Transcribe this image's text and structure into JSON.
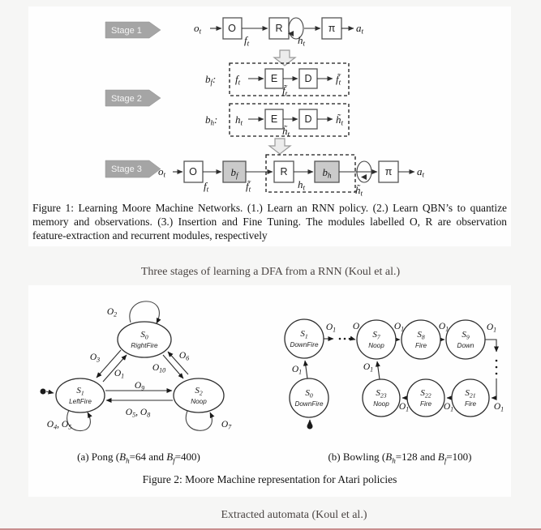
{
  "colors": {
    "page_bg": "#f6f6f5",
    "panel_bg": "#fefefe",
    "stage_badge": "#a5a5a5",
    "shaded_module": "#cacaca",
    "subtitle_text": "#4b4543",
    "accent_bottom": "#c98f8f"
  },
  "figure1": {
    "stages": [
      "Stage 1",
      "Stage 2",
      "Stage 3"
    ],
    "stage1": {
      "input": "o_{t}",
      "box_o": "O",
      "f": "f_{t}",
      "box_r": "R",
      "h": "h_{t}",
      "pi": "π",
      "output": "a_{t}"
    },
    "qbn_f": {
      "name": "b_{f}:",
      "in": "f_{t}",
      "enc": "E",
      "latent": "f̃_{t}",
      "dec": "D",
      "out": "f̃_{t}"
    },
    "qbn_h": {
      "name": "b_{h}:",
      "in": "h_{t}",
      "enc": "E",
      "latent": "h̃_{t}",
      "dec": "D",
      "out": "h̃_{t}"
    },
    "stage3": {
      "input": "o_{t}",
      "box_o": "O",
      "f": "f_{t}",
      "bf": "b_{f}",
      "ftilde": "f̃_{t}",
      "box_r": "R",
      "h": "h_{t}",
      "bh": "b_{h}",
      "htilde": "h̃_{t}",
      "pi": "π",
      "output": "a_{t}"
    },
    "caption": "Figure 1: Learning Moore Machine Networks. (1.) Learn an RNN policy. (2.) Learn QBN’s to quantize memory and observations. (3.) Insertion and Fine Tuning. The modules labelled O, R are observation feature-extraction and recurrent modules, respectively"
  },
  "subtitle1": "Three stages of learning a DFA from a RNN (Koul et al.)",
  "figure2": {
    "pong": {
      "states": [
        {
          "id": "S_{0}",
          "action": "RightFire"
        },
        {
          "id": "S_{1}",
          "action": "LeftFire"
        },
        {
          "id": "S_{2}",
          "action": "Noop"
        }
      ],
      "edges": {
        "s0_self": "O_{2}",
        "s0_to_s1": "O_{3}",
        "s1_to_s0": "O_{1}",
        "s2_to_s0": "O_{6}",
        "s0_to_s2": "O_{10}",
        "s1_to_s2": "O_{9}",
        "s2_to_s1": "O_{5}, O_{8}",
        "s1_self": "O_{4}, O_{5}",
        "s2_self": "O_{7}"
      },
      "caption": "(a) Pong (*B*_{h}=64 and *B*_{f}=400)"
    },
    "bowling": {
      "states": [
        {
          "id": "S_{1}",
          "action": "DownFire"
        },
        {
          "id": "S_{7}",
          "action": "Noop"
        },
        {
          "id": "S_{8}",
          "action": "Fire"
        },
        {
          "id": "S_{9}",
          "action": "Down"
        },
        {
          "id": "S_{0}",
          "action": "DownFire"
        },
        {
          "id": "S_{23}",
          "action": "Noop"
        },
        {
          "id": "S_{22}",
          "action": "Fire"
        },
        {
          "id": "S_{21}",
          "action": "Fire"
        }
      ],
      "edge_label": "O_{1}",
      "caption": "(b) Bowling (*B*_{h}=128 and *B*_{f}=100)"
    },
    "caption": "Figure 2: Moore Machine representation for Atari policies"
  },
  "subtitle2": "Extracted automata (Koul et al.)"
}
